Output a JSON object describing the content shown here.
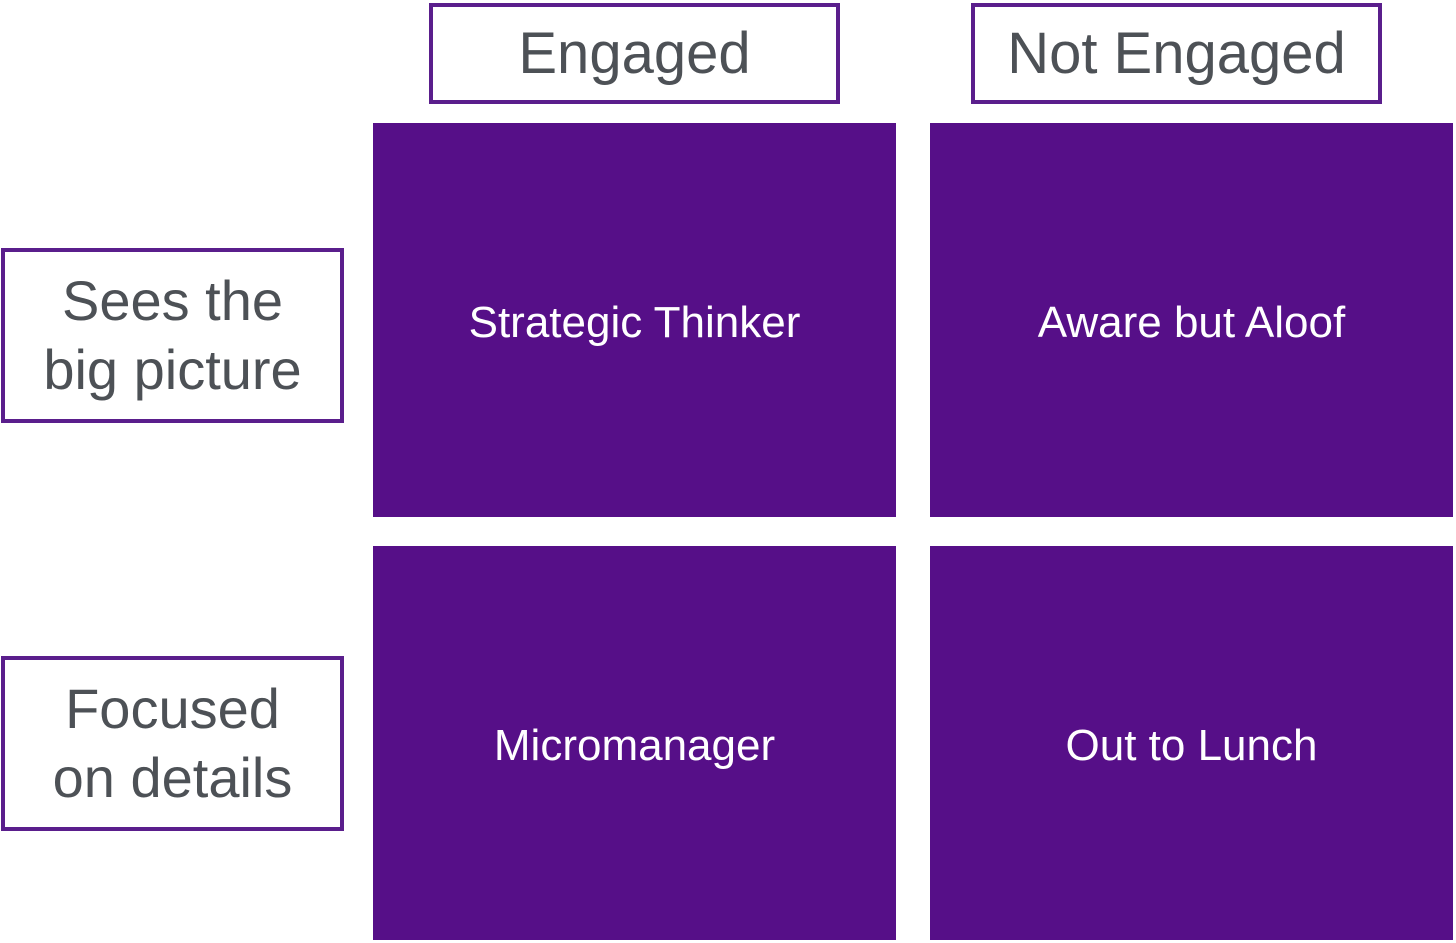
{
  "colors": {
    "accent": "#5a1e8c",
    "cell_fill": "#560f88",
    "label_text": "#4d5156",
    "cell_text": "#ffffff"
  },
  "columns": [
    "Engaged",
    "Not Engaged"
  ],
  "rows": [
    "Sees the\nbig picture",
    "Focused\non details"
  ],
  "cells": [
    [
      "Strategic Thinker",
      "Aware but Aloof"
    ],
    [
      "Micromanager",
      "Out to Lunch"
    ]
  ]
}
